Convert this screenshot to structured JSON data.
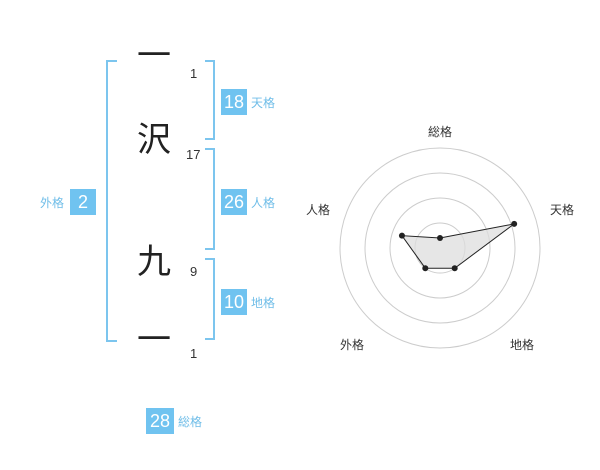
{
  "name": {
    "chars": [
      {
        "char": "一",
        "strokes": "1"
      },
      {
        "char": "沢",
        "strokes": "17"
      },
      {
        "char": "九",
        "strokes": "9"
      },
      {
        "char": "一",
        "strokes": "1"
      }
    ]
  },
  "fortunes": {
    "tenkaku": {
      "value": "18",
      "label": "天格"
    },
    "jinkaku": {
      "value": "26",
      "label": "人格"
    },
    "chikaku": {
      "value": "10",
      "label": "地格"
    },
    "gaikaku": {
      "value": "2",
      "label": "外格"
    },
    "soukaku": {
      "value": "28",
      "label": "総格"
    }
  },
  "radar": {
    "axes": [
      "総格",
      "天格",
      "地格",
      "外格",
      "人格"
    ],
    "levels": 4,
    "values": [
      0.1,
      0.78,
      0.25,
      0.25,
      0.4
    ],
    "colors": {
      "ring": "#cccccc",
      "fill": "#dddddd",
      "line": "#222222",
      "point": "#222222"
    }
  }
}
